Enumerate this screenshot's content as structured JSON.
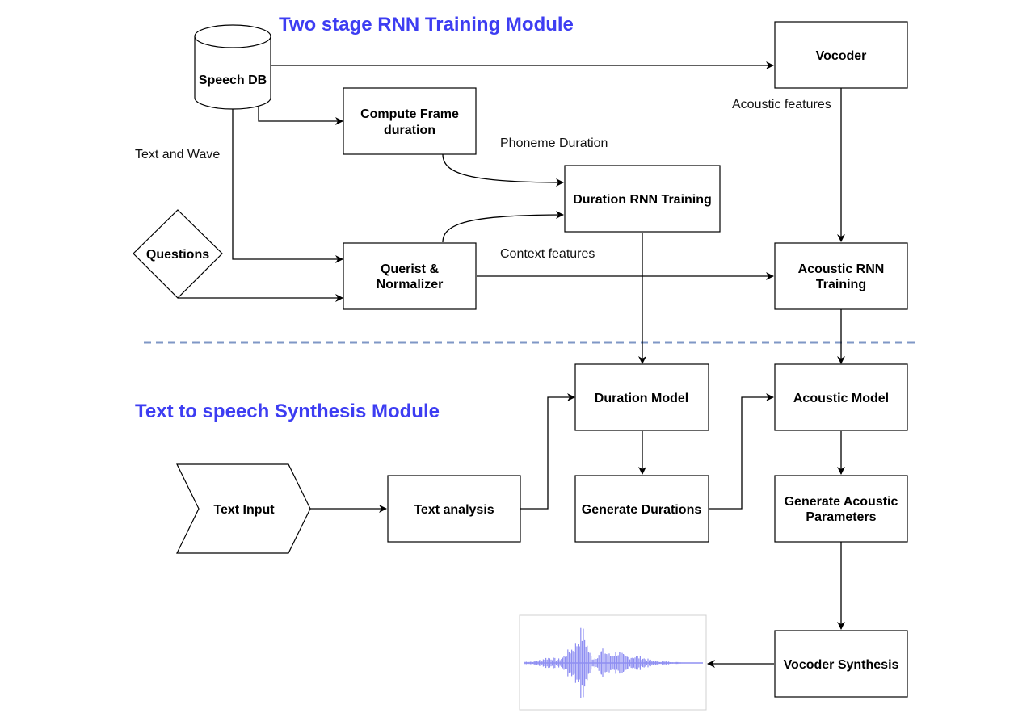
{
  "colors": {
    "title": "#3d3df2",
    "divider": "#7f97c6",
    "waveform": "#8f8ff2"
  },
  "titles": {
    "training": "Two stage RNN Training Module",
    "synthesis": "Text to speech Synthesis Module"
  },
  "nodes": {
    "speech_db": "Speech DB",
    "compute_frame": [
      "Compute Frame",
      "duration"
    ],
    "vocoder": "Vocoder",
    "duration_rnn": "Duration RNN Training",
    "questions": "Questions",
    "querist": [
      "Querist &",
      "Normalizer"
    ],
    "acoustic_rnn": [
      "Acoustic RNN",
      "Training"
    ],
    "duration_model": "Duration Model",
    "acoustic_model": "Acoustic Model",
    "text_input": "Text Input",
    "text_analysis": "Text analysis",
    "generate_durations": "Generate Durations",
    "generate_acoustic": [
      "Generate Acoustic",
      "Parameters"
    ],
    "vocoder_synthesis": "Vocoder Synthesis"
  },
  "edge_labels": {
    "text_and_wave": "Text and Wave",
    "phoneme_duration": "Phoneme Duration",
    "acoustic_features": "Acoustic features",
    "context_features": "Context features"
  },
  "waveform_icon": "audio-waveform-icon"
}
